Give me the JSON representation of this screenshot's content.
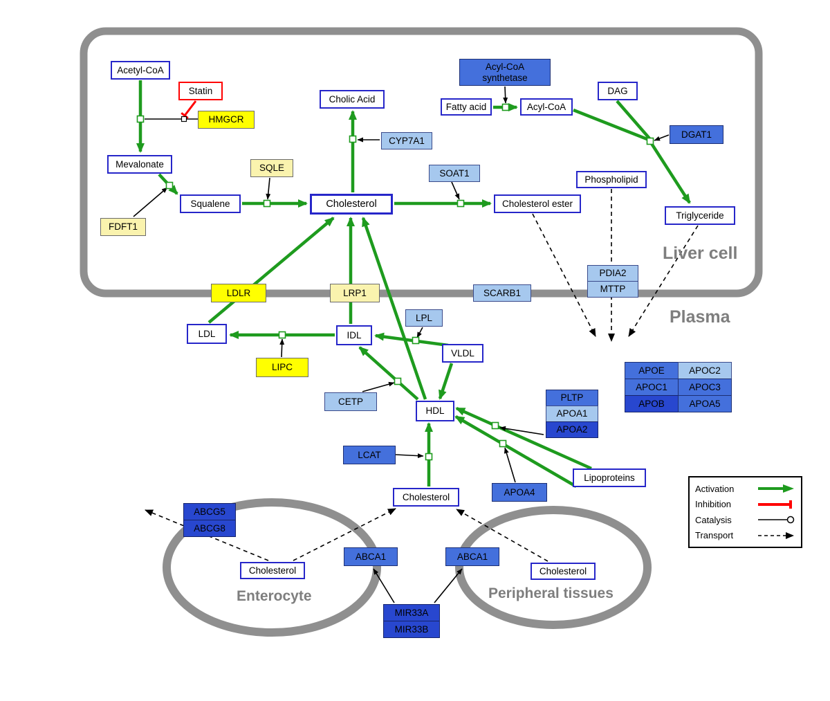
{
  "labels": {
    "liver_cell": "Liver cell",
    "plasma": "Plasma",
    "enterocyte": "Enterocyte",
    "peripheral_tissues": "Peripheral tissues"
  },
  "legend": {
    "activation": "Activation",
    "inhibition": "Inhibition",
    "catalysis": "Catalysis",
    "transport": "Transport"
  },
  "nodes": {
    "acetyl_coa": "Acetyl-CoA",
    "statin": "Statin",
    "hmgcr": "HMGCR",
    "mevalonate": "Mevalonate",
    "sqle": "SQLE",
    "fdft1": "FDFT1",
    "squalene": "Squalene",
    "cholesterol_liver": "Cholesterol",
    "cholic_acid": "Cholic Acid",
    "cyp7a1": "CYP7A1",
    "soat1": "SOAT1",
    "cholesterol_ester": "Cholesterol ester",
    "acyl_coa_synthetase": "Acyl-CoA synthetase",
    "fatty_acid": "Fatty acid",
    "acyl_coa": "Acyl-CoA",
    "dag": "DAG",
    "dgat1": "DGAT1",
    "phospholipid": "Phospholipid",
    "triglyceride": "Triglyceride",
    "pdia2": "PDIA2",
    "mttp": "MTTP",
    "ldlr": "LDLR",
    "lrp1": "LRP1",
    "scarb1": "SCARB1",
    "ldl": "LDL",
    "idl": "IDL",
    "lpl": "LPL",
    "vldl": "VLDL",
    "lipc": "LIPC",
    "cetp": "CETP",
    "hdl": "HDL",
    "pltp": "PLTP",
    "apoa1": "APOA1",
    "apoa2": "APOA2",
    "lcat": "LCAT",
    "apoa4": "APOA4",
    "lipoproteins": "Lipoproteins",
    "apoe": "APOE",
    "apoc2": "APOC2",
    "apoc1": "APOC1",
    "apoc3": "APOC3",
    "apob": "APOB",
    "apoa5": "APOA5",
    "cholesterol_plasma": "Cholesterol",
    "abcg5": "ABCG5",
    "abcg8": "ABCG8",
    "cholesterol_enterocyte": "Cholesterol",
    "abca1_left": "ABCA1",
    "abca1_right": "ABCA1",
    "cholesterol_peripheral": "Cholesterol",
    "mir33a": "MIR33A",
    "mir33b": "MIR33B"
  },
  "colors": {
    "activation_green": "#1e9b1e",
    "inhibition_red": "#ff0000",
    "membrane_gray": "#8f8f8f",
    "metabolite_border_blue": "#2626c9",
    "gene_yellow": "#ffff00",
    "gene_pale_yellow": "#faf3ae",
    "gene_light_blue": "#a6c8ee",
    "gene_blue": "#4470dc",
    "gene_dark_blue": "#2847cf"
  }
}
